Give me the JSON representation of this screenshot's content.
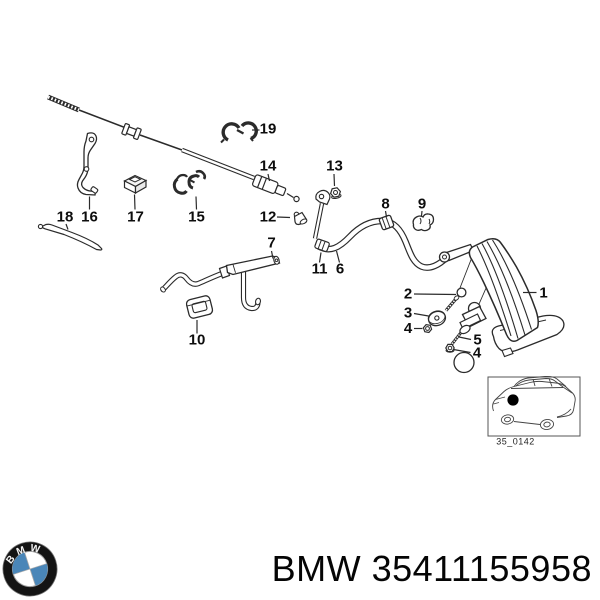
{
  "diagram": {
    "labels": {
      "n1": "1",
      "n2": "2",
      "n3": "3",
      "n4": "4",
      "n4b": "4",
      "n5": "5",
      "n6": "6",
      "n7": "7",
      "n8": "8",
      "n9": "9",
      "n10": "10",
      "n11": "11",
      "n12": "12",
      "n13": "13",
      "n14": "14",
      "n15": "15",
      "n16": "16",
      "n17": "17",
      "n18": "18",
      "n19": "19"
    },
    "thumbnail_code": "35_0142"
  },
  "footer": {
    "brand": "BMW",
    "part_number": "35411155958",
    "logo_text": "BMW"
  },
  "colors": {
    "background": "#ffffff",
    "line": "#2b2b2b",
    "label_text": "#0d0d0d",
    "footer_text": "#050505",
    "roundel_black": "#141414",
    "roundel_blue": "#4a86b8"
  }
}
